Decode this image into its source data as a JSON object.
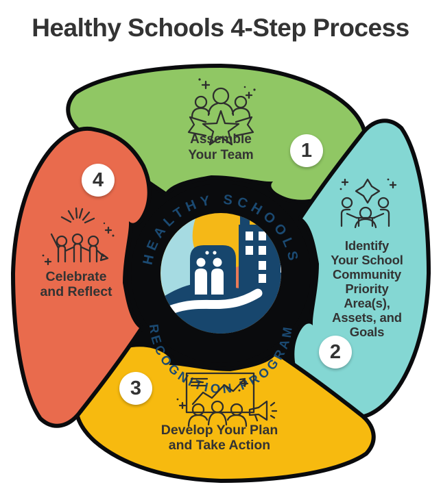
{
  "title": "Healthy Schools 4-Step Process",
  "badge": {
    "arc_top": "HEALTHY SCHOOLS",
    "arc_bottom": "RECOGNITION PROGRAM"
  },
  "steps": [
    {
      "number": "1",
      "label": "Assemble\nYour Team",
      "color": "#90c764",
      "icon": "team-star-icon"
    },
    {
      "number": "2",
      "label": "Identify\nYour School\nCommunity\nPriority Area(s),\nAssets, and\nGoals",
      "color": "#84d7d3",
      "icon": "brainstorm-meeting-icon"
    },
    {
      "number": "3",
      "label": "Develop Your Plan\nand Take Action",
      "color": "#f7ba0f",
      "icon": "presentation-megaphone-icon"
    },
    {
      "number": "4",
      "label": "Celebrate\nand Reflect",
      "color": "#e96b4d",
      "icon": "celebration-icon"
    }
  ],
  "colors": {
    "background": "#ffffff",
    "outline_black": "#0a0b0d",
    "badge_text_navy": "#1b4a72",
    "logo_navy": "#17466d",
    "title_text": "#333333",
    "label_text": "#333333",
    "inner_teal": "#a6dbe2",
    "inner_yellow": "#f5b817",
    "inner_orange": "#ea7a57",
    "number_circle": "#ffffff",
    "number_text": "#333333"
  }
}
